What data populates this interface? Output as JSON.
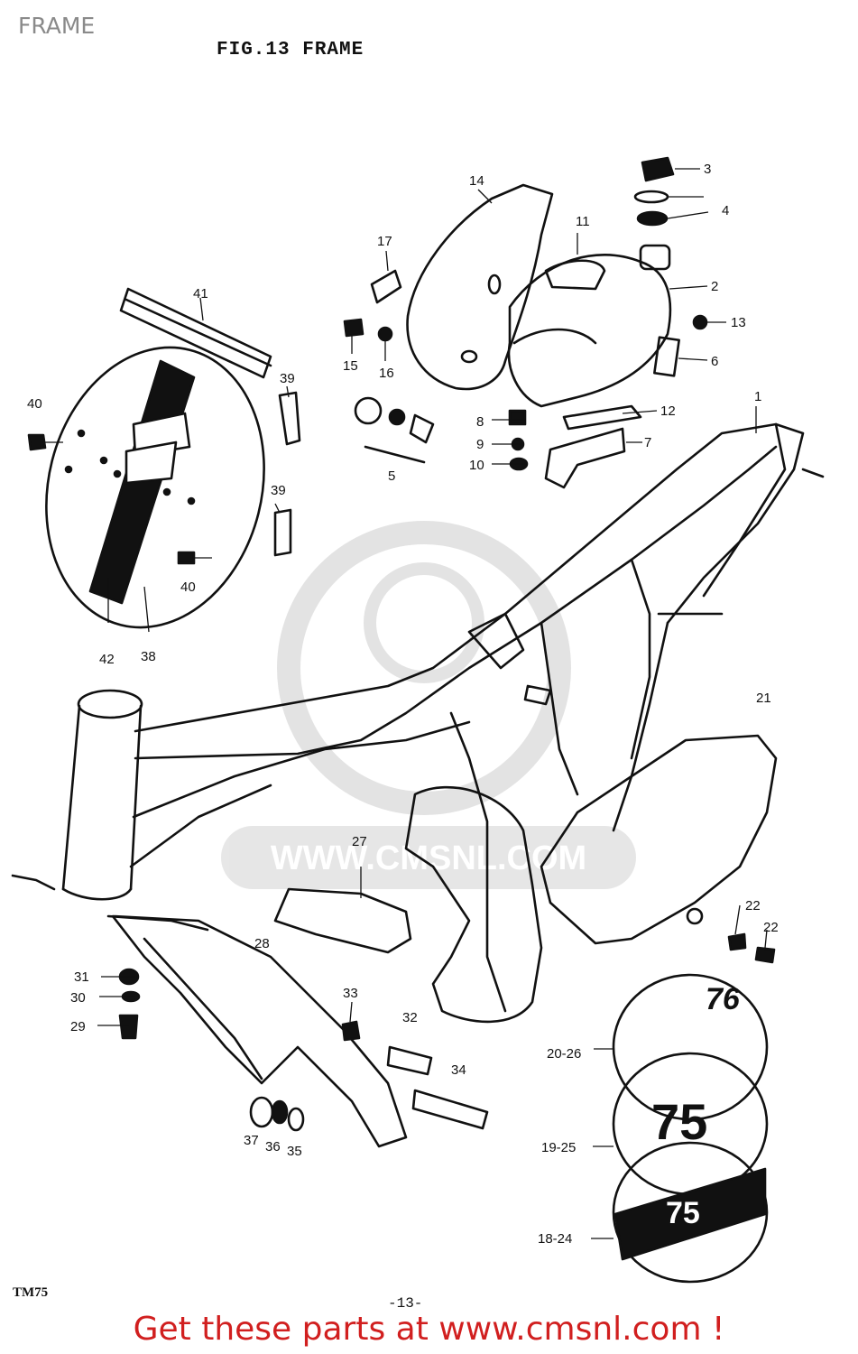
{
  "page": {
    "label": "FRAME"
  },
  "figure": {
    "title": "FIG.13  FRAME",
    "footer_code": "TM75",
    "page_number": "-13-"
  },
  "watermark": {
    "text": "WWW.CMSNL.COM"
  },
  "callouts": [
    {
      "id": "c1",
      "text": "1"
    },
    {
      "id": "c2",
      "text": "2"
    },
    {
      "id": "c3",
      "text": "3"
    },
    {
      "id": "c4",
      "text": "4"
    },
    {
      "id": "c5",
      "text": "5"
    },
    {
      "id": "c6",
      "text": "6"
    },
    {
      "id": "c7",
      "text": "7"
    },
    {
      "id": "c8",
      "text": "8"
    },
    {
      "id": "c9",
      "text": "9"
    },
    {
      "id": "c10",
      "text": "10"
    },
    {
      "id": "c11",
      "text": "11"
    },
    {
      "id": "c12",
      "text": "12"
    },
    {
      "id": "c13",
      "text": "13"
    },
    {
      "id": "c14",
      "text": "14"
    },
    {
      "id": "c15",
      "text": "15"
    },
    {
      "id": "c16",
      "text": "16"
    },
    {
      "id": "c17",
      "text": "17"
    },
    {
      "id": "c21",
      "text": "21"
    },
    {
      "id": "c22a",
      "text": "22"
    },
    {
      "id": "c22b",
      "text": "22"
    },
    {
      "id": "c27",
      "text": "27"
    },
    {
      "id": "c28",
      "text": "28"
    },
    {
      "id": "c29",
      "text": "29"
    },
    {
      "id": "c30",
      "text": "30"
    },
    {
      "id": "c31",
      "text": "31"
    },
    {
      "id": "c32",
      "text": "32"
    },
    {
      "id": "c33",
      "text": "33"
    },
    {
      "id": "c34",
      "text": "34"
    },
    {
      "id": "c35",
      "text": "35"
    },
    {
      "id": "c36",
      "text": "36"
    },
    {
      "id": "c37",
      "text": "37"
    },
    {
      "id": "c38",
      "text": "38"
    },
    {
      "id": "c39a",
      "text": "39"
    },
    {
      "id": "c39b",
      "text": "39"
    },
    {
      "id": "c40a",
      "text": "40"
    },
    {
      "id": "c40b",
      "text": "40"
    },
    {
      "id": "c41",
      "text": "41"
    },
    {
      "id": "c42",
      "text": "42"
    },
    {
      "id": "c2026",
      "text": "20-26"
    },
    {
      "id": "c1925",
      "text": "19-25"
    },
    {
      "id": "c1824",
      "text": "18-24"
    }
  ],
  "decals": {
    "number_a": "76",
    "number_b": "75",
    "number_c": "75"
  },
  "cta": {
    "text": "Get these parts at www.cmsnl.com !"
  },
  "colors": {
    "ink": "#111111",
    "cta": "#d11f1f",
    "watermark": "#d9d9d9",
    "label": "#8a8a8a"
  }
}
